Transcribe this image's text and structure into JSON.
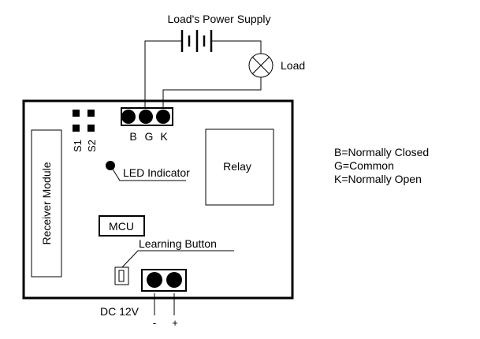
{
  "power_supply": {
    "label": "Load's Power Supply"
  },
  "load": {
    "label": "Load",
    "icon": "lamp-icon"
  },
  "terminals": {
    "labels": [
      "B",
      "G",
      "K"
    ]
  },
  "switches": {
    "labels": [
      "S1",
      "S2"
    ]
  },
  "receiver": {
    "label": "Receiver Module"
  },
  "led": {
    "label": "LED Indicator"
  },
  "relay": {
    "label": "Relay"
  },
  "mcu": {
    "label": "MCU"
  },
  "learning_button": {
    "label": "Learning Button"
  },
  "power_input": {
    "label": "DC 12V",
    "minus": "-",
    "plus": "+"
  },
  "legend": {
    "lines": [
      "B=Normally Closed",
      "G=Common",
      "K=Normally Open"
    ]
  }
}
